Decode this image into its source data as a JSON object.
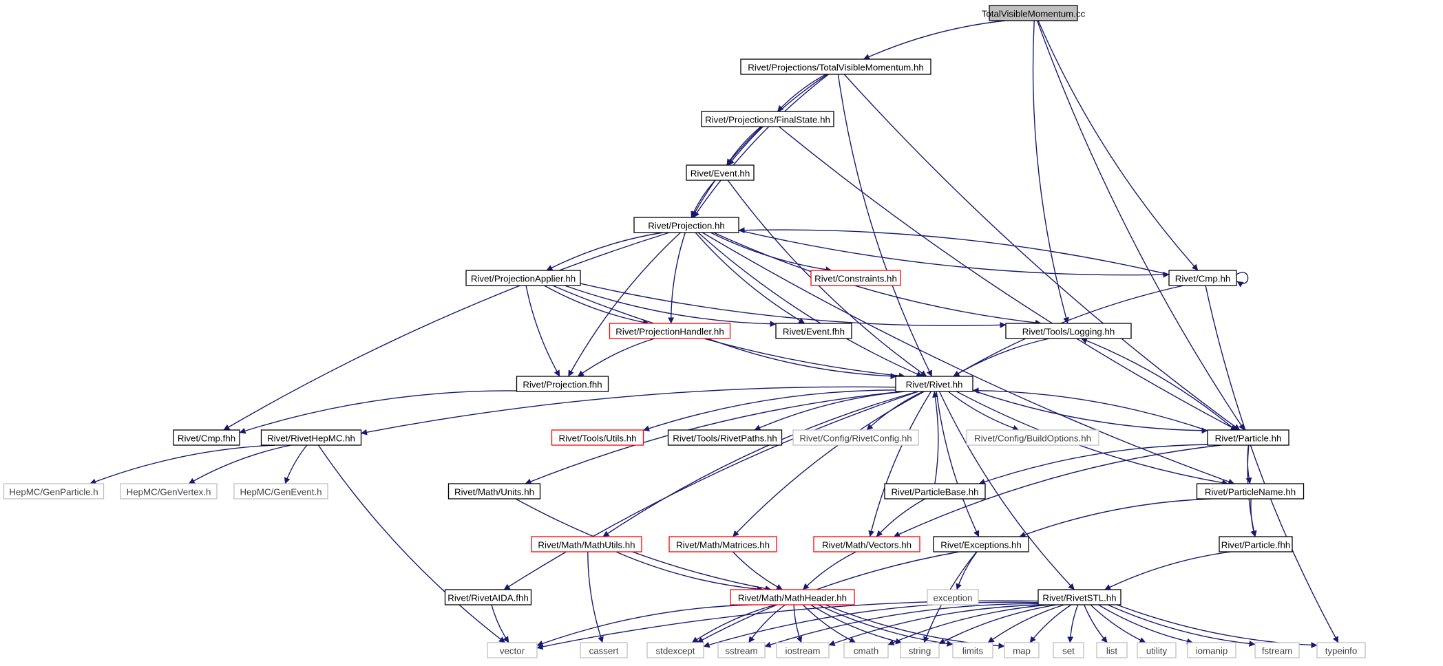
{
  "diagram": {
    "colors": {
      "edge": "#191970",
      "border_normal": "#000000",
      "border_truncated": "#ff0000",
      "border_external": "#bfbfbf",
      "text_external": "#3f3f3f",
      "root_fill": "#bfbfbf"
    },
    "nodes": [
      {
        "id": "root",
        "label": "TotalVisibleMomentum.cc",
        "style": "root"
      },
      {
        "id": "tvm",
        "label": "Rivet/Projections/TotalVisibleMomentum.hh",
        "style": "normal"
      },
      {
        "id": "fs",
        "label": "Rivet/Projections/FinalState.hh",
        "style": "normal"
      },
      {
        "id": "event",
        "label": "Rivet/Event.hh",
        "style": "normal"
      },
      {
        "id": "proj",
        "label": "Rivet/Projection.hh",
        "style": "normal"
      },
      {
        "id": "pa",
        "label": "Rivet/ProjectionApplier.hh",
        "style": "normal"
      },
      {
        "id": "constraints",
        "label": "Rivet/Constraints.hh",
        "style": "truncated"
      },
      {
        "id": "cmp",
        "label": "Rivet/Cmp.hh",
        "style": "normal"
      },
      {
        "id": "ph",
        "label": "Rivet/ProjectionHandler.hh",
        "style": "truncated"
      },
      {
        "id": "eventfhh",
        "label": "Rivet/Event.fhh",
        "style": "normal"
      },
      {
        "id": "logging",
        "label": "Rivet/Tools/Logging.hh",
        "style": "normal"
      },
      {
        "id": "projfhh",
        "label": "Rivet/Projection.fhh",
        "style": "normal"
      },
      {
        "id": "rivet",
        "label": "Rivet/Rivet.hh",
        "style": "normal"
      },
      {
        "id": "cmpfhh",
        "label": "Rivet/Cmp.fhh",
        "style": "normal"
      },
      {
        "id": "hepmc",
        "label": "Rivet/RivetHepMC.hh",
        "style": "normal"
      },
      {
        "id": "utils",
        "label": "Rivet/Tools/Utils.hh",
        "style": "truncated"
      },
      {
        "id": "paths",
        "label": "Rivet/Tools/RivetPaths.hh",
        "style": "normal"
      },
      {
        "id": "rconfig",
        "label": "Rivet/Config/RivetConfig.hh",
        "style": "external"
      },
      {
        "id": "bopts",
        "label": "Rivet/Config/BuildOptions.hh",
        "style": "external"
      },
      {
        "id": "particle",
        "label": "Rivet/Particle.hh",
        "style": "normal"
      },
      {
        "id": "genparticle",
        "label": "HepMC/GenParticle.h",
        "style": "external"
      },
      {
        "id": "genvertex",
        "label": "HepMC/GenVertex.h",
        "style": "external"
      },
      {
        "id": "genevent",
        "label": "HepMC/GenEvent.h",
        "style": "external"
      },
      {
        "id": "units",
        "label": "Rivet/Math/Units.hh",
        "style": "normal"
      },
      {
        "id": "pbase",
        "label": "Rivet/ParticleBase.hh",
        "style": "normal"
      },
      {
        "id": "pname",
        "label": "Rivet/ParticleName.hh",
        "style": "normal"
      },
      {
        "id": "mathutils",
        "label": "Rivet/Math/MathUtils.hh",
        "style": "truncated"
      },
      {
        "id": "matrices",
        "label": "Rivet/Math/Matrices.hh",
        "style": "truncated"
      },
      {
        "id": "vectors",
        "label": "Rivet/Math/Vectors.hh",
        "style": "truncated"
      },
      {
        "id": "exceptions",
        "label": "Rivet/Exceptions.hh",
        "style": "normal"
      },
      {
        "id": "particlefhh",
        "label": "Rivet/Particle.fhh",
        "style": "normal"
      },
      {
        "id": "aida",
        "label": "Rivet/RivetAIDA.fhh",
        "style": "normal"
      },
      {
        "id": "mathheader",
        "label": "Rivet/Math/MathHeader.hh",
        "style": "truncated"
      },
      {
        "id": "exception",
        "label": "exception",
        "style": "external"
      },
      {
        "id": "stl",
        "label": "Rivet/RivetSTL.hh",
        "style": "normal"
      },
      {
        "id": "vector",
        "label": "vector",
        "style": "external"
      },
      {
        "id": "cassert",
        "label": "cassert",
        "style": "external"
      },
      {
        "id": "stdexcept",
        "label": "stdexcept",
        "style": "external"
      },
      {
        "id": "sstream",
        "label": "sstream",
        "style": "external"
      },
      {
        "id": "iostream",
        "label": "iostream",
        "style": "external"
      },
      {
        "id": "cmath",
        "label": "cmath",
        "style": "external"
      },
      {
        "id": "string",
        "label": "string",
        "style": "external"
      },
      {
        "id": "limits",
        "label": "limits",
        "style": "external"
      },
      {
        "id": "map",
        "label": "map",
        "style": "external"
      },
      {
        "id": "set",
        "label": "set",
        "style": "external"
      },
      {
        "id": "list",
        "label": "list",
        "style": "external"
      },
      {
        "id": "utility",
        "label": "utility",
        "style": "external"
      },
      {
        "id": "iomanip",
        "label": "iomanip",
        "style": "external"
      },
      {
        "id": "fstream",
        "label": "fstream",
        "style": "external"
      },
      {
        "id": "typeinfo",
        "label": "typeinfo",
        "style": "external"
      }
    ],
    "edges": [
      [
        "root",
        "tvm"
      ],
      [
        "root",
        "cmp"
      ],
      [
        "root",
        "logging"
      ],
      [
        "root",
        "particle"
      ],
      [
        "tvm",
        "fs"
      ],
      [
        "tvm",
        "event"
      ],
      [
        "tvm",
        "proj"
      ],
      [
        "tvm",
        "rivet"
      ],
      [
        "tvm",
        "particle"
      ],
      [
        "fs",
        "event"
      ],
      [
        "fs",
        "proj"
      ],
      [
        "fs",
        "particle"
      ],
      [
        "event",
        "proj"
      ],
      [
        "event",
        "rivet"
      ],
      [
        "proj",
        "pa"
      ],
      [
        "proj",
        "constraints"
      ],
      [
        "proj",
        "cmp"
      ],
      [
        "proj",
        "ph"
      ],
      [
        "proj",
        "eventfhh"
      ],
      [
        "proj",
        "logging"
      ],
      [
        "proj",
        "projfhh"
      ],
      [
        "proj",
        "rivet"
      ],
      [
        "proj",
        "cmpfhh"
      ],
      [
        "proj",
        "pname"
      ],
      [
        "pa",
        "ph"
      ],
      [
        "pa",
        "eventfhh"
      ],
      [
        "pa",
        "logging"
      ],
      [
        "pa",
        "projfhh"
      ],
      [
        "pa",
        "rivet"
      ],
      [
        "ph",
        "projfhh"
      ],
      [
        "ph",
        "rivet"
      ],
      [
        "cmp",
        "cmp"
      ],
      [
        "cmp",
        "proj"
      ],
      [
        "cmp",
        "rivet"
      ],
      [
        "cmp",
        "typeinfo"
      ],
      [
        "logging",
        "rivet"
      ],
      [
        "projfhh",
        "cmpfhh"
      ],
      [
        "rivet",
        "hepmc"
      ],
      [
        "rivet",
        "utils"
      ],
      [
        "rivet",
        "paths"
      ],
      [
        "rivet",
        "rconfig"
      ],
      [
        "rivet",
        "bopts"
      ],
      [
        "rivet",
        "particle"
      ],
      [
        "rivet",
        "units"
      ],
      [
        "rivet",
        "mathutils"
      ],
      [
        "rivet",
        "matrices"
      ],
      [
        "rivet",
        "vectors"
      ],
      [
        "rivet",
        "exceptions"
      ],
      [
        "rivet",
        "aida"
      ],
      [
        "rivet",
        "stl"
      ],
      [
        "rivet",
        "pname"
      ],
      [
        "hepmc",
        "genparticle"
      ],
      [
        "hepmc",
        "genvertex"
      ],
      [
        "hepmc",
        "genevent"
      ],
      [
        "hepmc",
        "vector"
      ],
      [
        "particle",
        "logging"
      ],
      [
        "particle",
        "rivet"
      ],
      [
        "particle",
        "pbase"
      ],
      [
        "particle",
        "pname"
      ],
      [
        "particle",
        "particlefhh"
      ],
      [
        "particle",
        "vectors"
      ],
      [
        "pbase",
        "rivet"
      ],
      [
        "pbase",
        "vectors"
      ],
      [
        "pname",
        "exceptions"
      ],
      [
        "pname",
        "particlefhh"
      ],
      [
        "units",
        "mathheader"
      ],
      [
        "mathutils",
        "mathheader"
      ],
      [
        "mathutils",
        "cassert"
      ],
      [
        "matrices",
        "mathheader"
      ],
      [
        "vectors",
        "mathheader"
      ],
      [
        "exceptions",
        "exception"
      ],
      [
        "exceptions",
        "stdexcept"
      ],
      [
        "exceptions",
        "string"
      ],
      [
        "particlefhh",
        "stl"
      ],
      [
        "aida",
        "vector"
      ],
      [
        "mathheader",
        "vector"
      ],
      [
        "mathheader",
        "stdexcept"
      ],
      [
        "mathheader",
        "sstream"
      ],
      [
        "mathheader",
        "iostream"
      ],
      [
        "mathheader",
        "cmath"
      ],
      [
        "mathheader",
        "string"
      ],
      [
        "mathheader",
        "limits"
      ],
      [
        "mathheader",
        "map"
      ],
      [
        "stl",
        "vector"
      ],
      [
        "stl",
        "stdexcept"
      ],
      [
        "stl",
        "sstream"
      ],
      [
        "stl",
        "iostream"
      ],
      [
        "stl",
        "cmath"
      ],
      [
        "stl",
        "string"
      ],
      [
        "stl",
        "limits"
      ],
      [
        "stl",
        "map"
      ],
      [
        "stl",
        "set"
      ],
      [
        "stl",
        "list"
      ],
      [
        "stl",
        "utility"
      ],
      [
        "stl",
        "iomanip"
      ],
      [
        "stl",
        "fstream"
      ],
      [
        "stl",
        "typeinfo"
      ]
    ]
  }
}
